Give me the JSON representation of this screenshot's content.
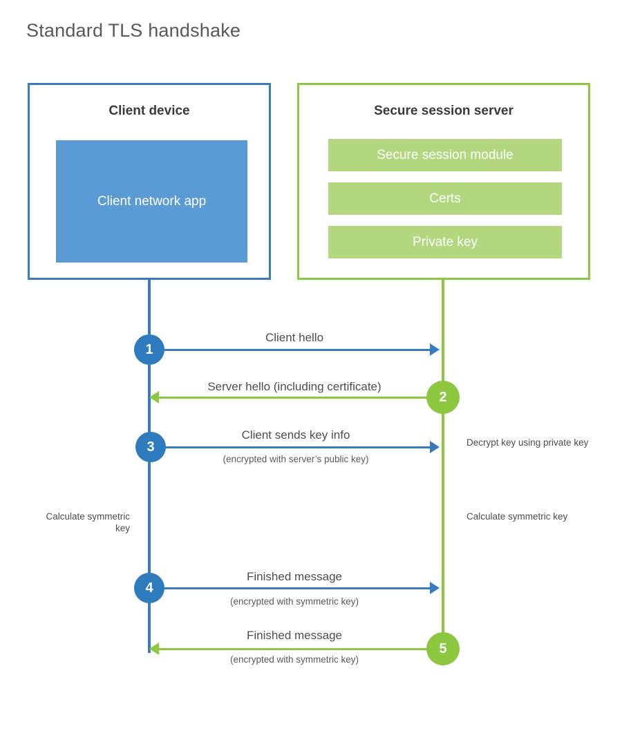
{
  "diagram": {
    "title": "Standard TLS handshake",
    "colors": {
      "client_blue": "#3a7bbf",
      "client_circle_blue": "#2e7cbe",
      "client_app_fill": "#5b9bd5",
      "server_green": "#8dc63f",
      "server_block_fill": "#b2d77f",
      "text_gray": "#4d4d4f",
      "title_gray": "#58595b",
      "background": "#ffffff"
    }
  },
  "parties": {
    "client": {
      "title": "Client device",
      "components": [
        {
          "label": "Client network app"
        }
      ]
    },
    "server": {
      "title": "Secure session server",
      "components": [
        {
          "label": "Secure session module"
        },
        {
          "label": "Certs"
        },
        {
          "label": "Private key"
        }
      ]
    }
  },
  "steps": [
    {
      "number": "1",
      "direction": "client-to-server",
      "label": "Client hello",
      "sublabel": ""
    },
    {
      "number": "2",
      "direction": "server-to-client",
      "label": "Server hello (including certificate)",
      "sublabel": ""
    },
    {
      "number": "3",
      "direction": "client-to-server",
      "label": "Client sends key info",
      "sublabel": "(encrypted with server’s public key)"
    },
    {
      "number": "4",
      "direction": "client-to-server",
      "label": "Finished message",
      "sublabel": "(encrypted with symmetric key)"
    },
    {
      "number": "5",
      "direction": "server-to-client",
      "label": "Finished message",
      "sublabel": "(encrypted with symmetric key)"
    }
  ],
  "annotations": {
    "server_decrypt": "Decrypt key using private key",
    "client_calculate": "Calculate symmetric key",
    "server_calculate": "Calculate symmetric key"
  }
}
